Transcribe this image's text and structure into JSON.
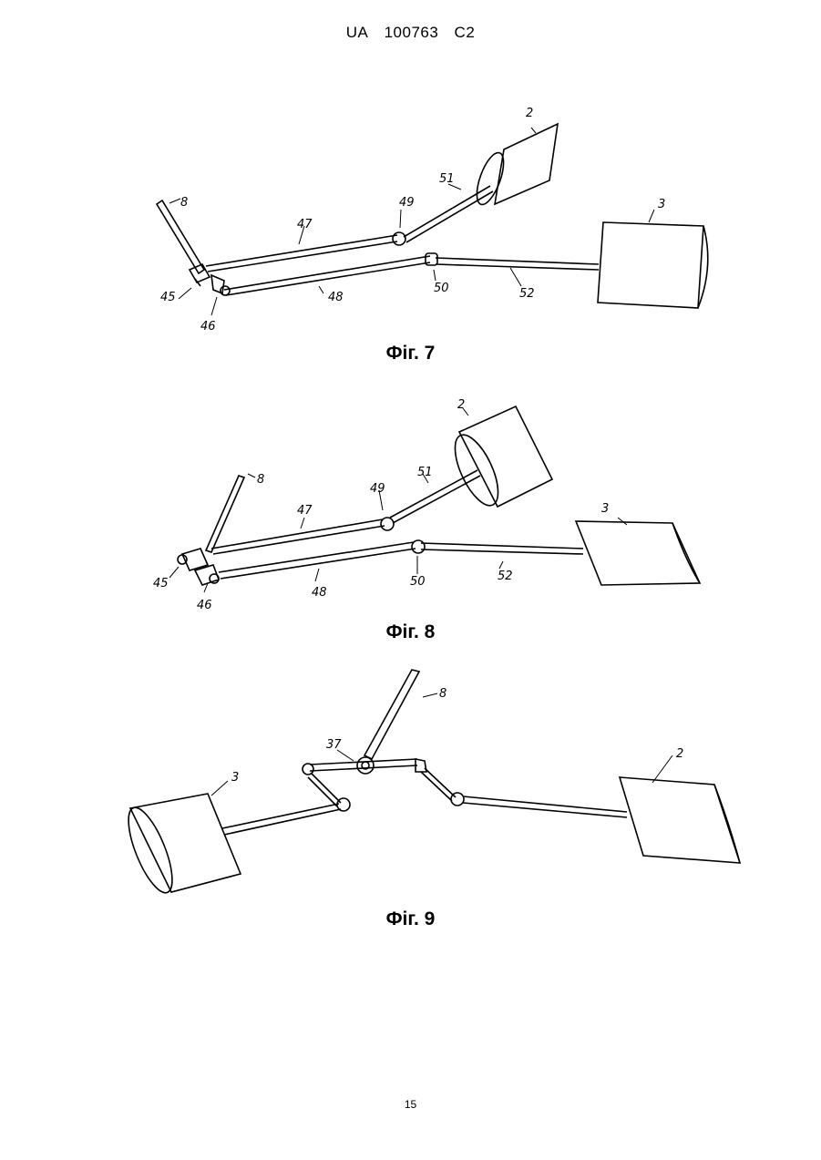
{
  "header": {
    "country": "UA",
    "number": "100763",
    "kind": "C2"
  },
  "fig7": {
    "caption": "Фіг. 7",
    "labels": {
      "l8": "8",
      "l2": "2",
      "l3": "3",
      "l45": "45",
      "l46": "46",
      "l47": "47",
      "l48": "48",
      "l49": "49",
      "l50": "50",
      "l51": "51",
      "l52": "52"
    }
  },
  "fig8": {
    "caption": "Фіг. 8",
    "labels": {
      "l8": "8",
      "l2": "2",
      "l3": "3",
      "l45": "45",
      "l46": "46",
      "l47": "47",
      "l48": "48",
      "l49": "49",
      "l50": "50",
      "l51": "51",
      "l52": "52"
    }
  },
  "fig9": {
    "caption": "Фіг. 9",
    "labels": {
      "l8": "8",
      "l37": "37",
      "l2": "2",
      "l3": "3"
    }
  },
  "footer": {
    "page_number": "15"
  }
}
